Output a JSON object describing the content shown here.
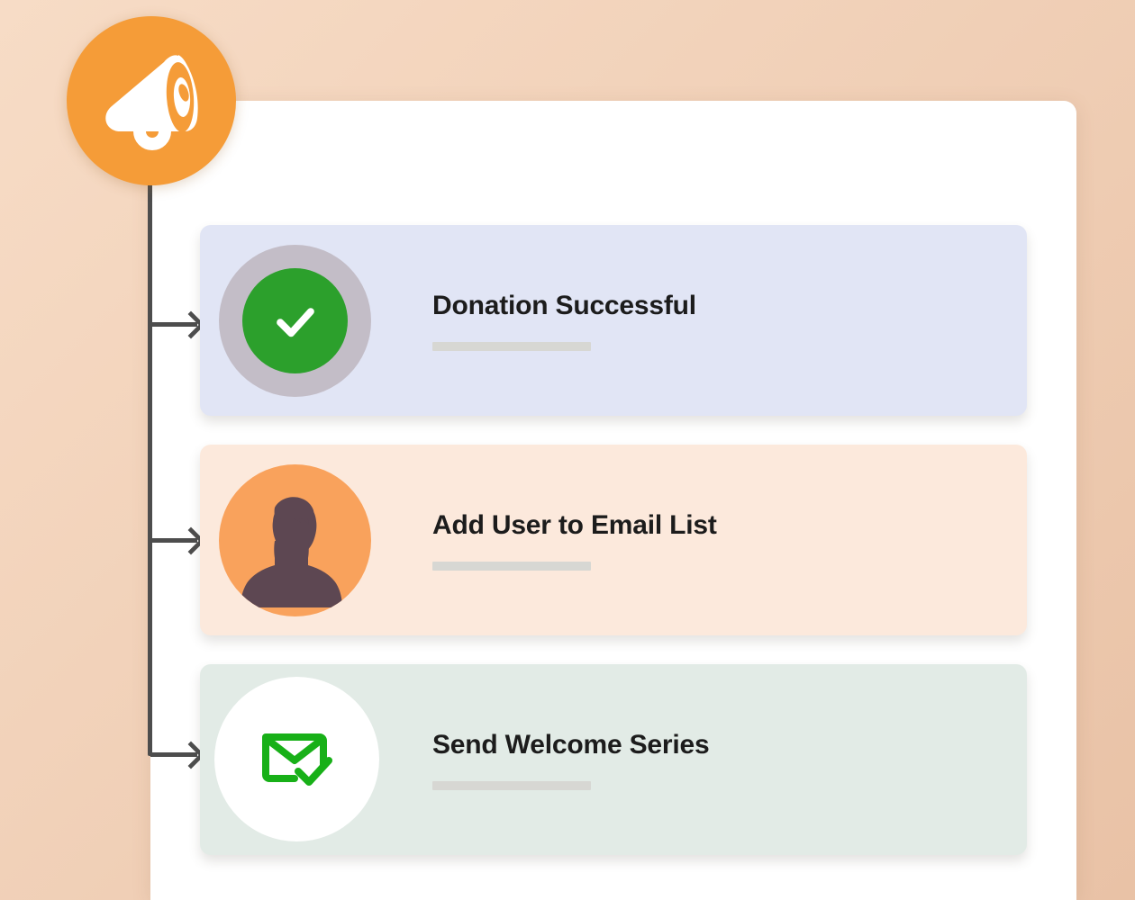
{
  "background": {
    "gradient_start": "#f7dcc6",
    "gradient_end": "#e9c2a6"
  },
  "panel": {
    "background": "#ffffff"
  },
  "badge": {
    "icon": "megaphone-icon",
    "color": "#f59c38",
    "icon_color": "#ffffff"
  },
  "flow": {
    "line_color": "#4d4d4d",
    "arrows": [
      {
        "name": "arrow-to-donation-successful"
      },
      {
        "name": "arrow-to-add-user-to-email-list"
      },
      {
        "name": "arrow-to-send-welcome-series"
      }
    ]
  },
  "cards": [
    {
      "id": "donation-successful",
      "title": "Donation Successful",
      "background": "#e1e5f5",
      "icon": "check-circle-icon",
      "ring_color": "#c3bdc7",
      "icon_bg": "#2ca02c",
      "icon_color": "#ffffff",
      "placeholder_color": "#d7d7d3"
    },
    {
      "id": "add-user-to-email-list",
      "title": "Add User to Email List",
      "background": "#fce9dc",
      "icon": "user-avatar-icon",
      "avatar_bg": "#f9a25c",
      "avatar_silhouette": "#5d4752",
      "placeholder_color": "#d7d7d3"
    },
    {
      "id": "send-welcome-series",
      "title": "Send Welcome Series",
      "background": "#e2ebe6",
      "icon": "envelope-check-icon",
      "circle_bg": "#ffffff",
      "icon_color": "#18b018",
      "placeholder_color": "#d7d7d3"
    }
  ]
}
